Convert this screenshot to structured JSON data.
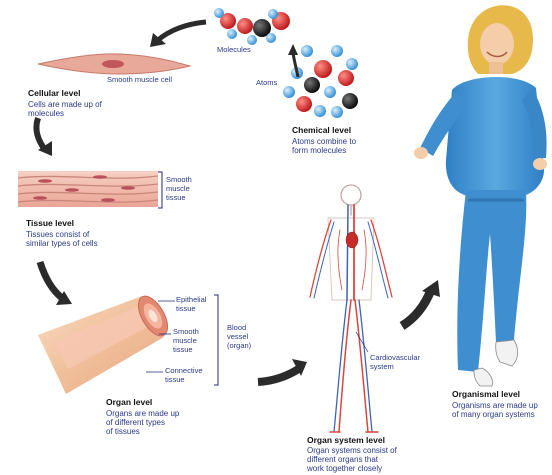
{
  "labels": {
    "molecules": "Molecules",
    "atoms": "Atoms",
    "smooth_muscle_cell": "Smooth muscle cell",
    "smooth_muscle_tissue": [
      "Smooth",
      "muscle",
      "tissue"
    ],
    "epithelial_tissue": [
      "Epithelial",
      "tissue"
    ],
    "organ_smooth_muscle_tissue": [
      "Smooth",
      "muscle",
      "tissue"
    ],
    "connective_tissue": [
      "Connective",
      "tissue"
    ],
    "blood_vessel": [
      "Blood",
      "vessel",
      "(organ)"
    ],
    "cardiovascular_system": [
      "Cardiovascular",
      "system"
    ]
  },
  "levels": {
    "chemical": {
      "title": "Chemical level",
      "desc": [
        "Atoms combine to",
        "form molecules"
      ]
    },
    "cellular": {
      "title": "Cellular level",
      "desc": [
        "Cells are made up of",
        "molecules"
      ]
    },
    "tissue": {
      "title": "Tissue level",
      "desc": [
        "Tissues consist of",
        "similar types of cells"
      ]
    },
    "organ": {
      "title": "Organ level",
      "desc": [
        "Organs are made up",
        "of different types",
        "of tissues"
      ]
    },
    "organ_system": {
      "title": "Organ system level",
      "desc": [
        "Organ systems consist of",
        "different organs that",
        "work together closely"
      ]
    },
    "organismal": {
      "title": "Organismal level",
      "desc": [
        "Organisms are made up",
        "of many organ systems"
      ]
    }
  },
  "colors": {
    "arrow": "#2b2b2b",
    "atom_red": "#d8262a",
    "atom_blue": "#5fb2e6",
    "atom_black": "#151515",
    "muscle": "#e6a48a",
    "vessel": "#f2c9a7",
    "outfit": "#3f8fd0",
    "hair": "#e7b84a"
  }
}
